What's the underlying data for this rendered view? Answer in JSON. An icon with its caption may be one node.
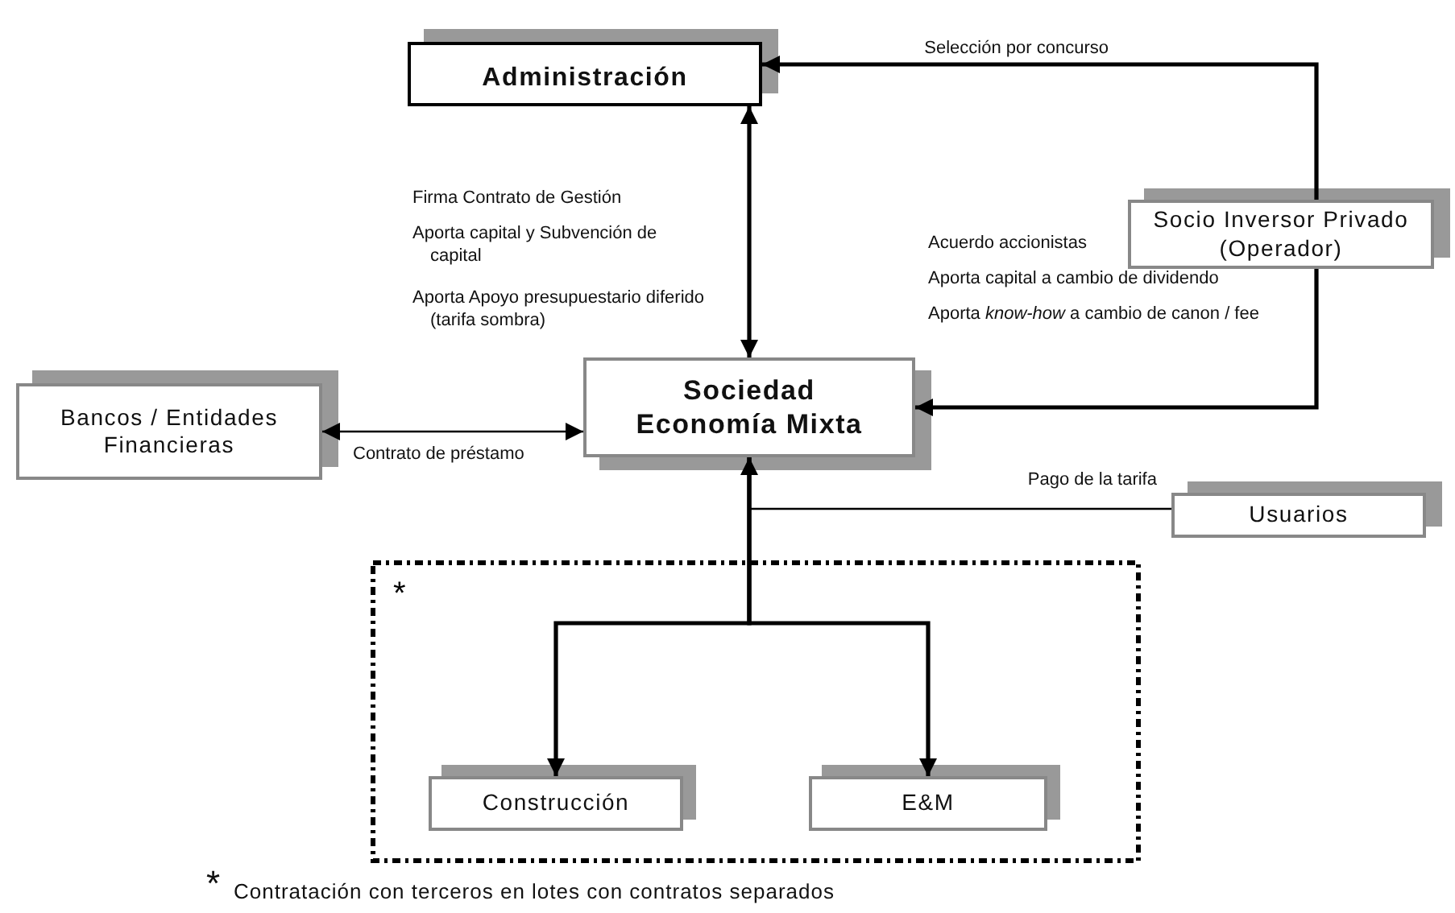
{
  "diagram": {
    "nodes": [
      {
        "text": [
          "Administración"
        ]
      },
      {
        "text": [
          "Socio Inversor Privado (Operador)"
        ]
      },
      {
        "text": [
          "Bancos / Entidades Financieras"
        ]
      },
      {
        "text": [
          "Sociedad Economía Mixta"
        ]
      },
      {
        "text": [
          "Usuarios"
        ]
      },
      {
        "text": [
          "*"
        ]
      },
      {
        "text": [
          "Construcción"
        ],
        "in": 5
      },
      {
        "text": [
          "E&M"
        ],
        "in": 5
      }
    ],
    "edges": [
      {
        "from": 0,
        "to": 3,
        "arrow": "both"
      },
      {
        "from": 1,
        "to": 0,
        "arrow": "to",
        "label": "Selección por concurso"
      },
      {
        "from": 1,
        "to": 3,
        "arrow": "to"
      },
      {
        "from": 2,
        "to": 3,
        "arrow": "both",
        "label": "Contrato de préstamo"
      },
      {
        "from": 4,
        "to": 3,
        "arrow": "to",
        "label": "Pago de la tarifa"
      },
      {
        "from": 3,
        "to": 6,
        "arrow": "to"
      },
      {
        "from": 3,
        "to": 7,
        "arrow": "to"
      }
    ],
    "labels": [
      "Firma Contrato de Gestión",
      "Aporta capital y Subvención de capital",
      "Aporta Apoyo presupuestario diferido (tarifa sombra)",
      "Acuerdo accionistas",
      "Aporta capital a cambio de dividendo",
      "Aporta *know-how* a cambio de canon / fee",
      "*",
      "Contratación con terceros en lotes con contratos separados"
    ]
  }
}
